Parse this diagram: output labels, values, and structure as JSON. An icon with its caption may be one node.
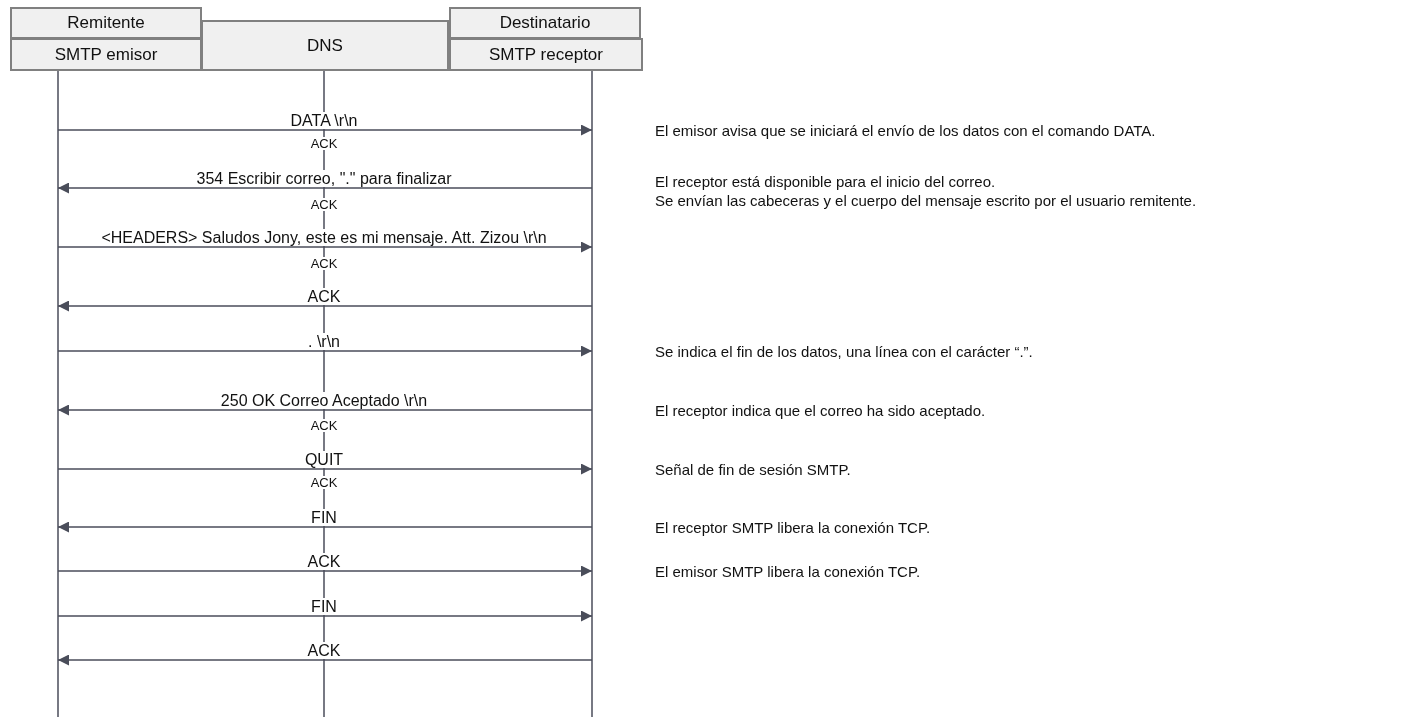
{
  "diagram": {
    "nodes": [
      {
        "text": [
          "Remitente"
        ]
      },
      {
        "text": [
          "SMTP emisor"
        ]
      },
      {
        "text": [
          "DNS"
        ]
      },
      {
        "text": [
          "Destinatario"
        ]
      },
      {
        "text": [
          "SMTP receptor"
        ]
      }
    ],
    "edges": [
      {
        "from": 1,
        "to": 4,
        "arrow": "to",
        "label": "DATA \\r\\n"
      },
      {
        "from": 4,
        "to": 1,
        "arrow": "to",
        "label": "354 Escribir correo, \".\" para finalizar"
      },
      {
        "from": 1,
        "to": 4,
        "arrow": "to",
        "label": "<HEADERS>  Saludos Jony, este es mi mensaje. Att. Zizou \\r\\n"
      },
      {
        "from": 4,
        "to": 1,
        "arrow": "to",
        "label": "ACK"
      },
      {
        "from": 1,
        "to": 4,
        "arrow": "to",
        "label": ". \\r\\n"
      },
      {
        "from": 4,
        "to": 1,
        "arrow": "to",
        "label": "250 OK Correo Aceptado \\r\\n"
      },
      {
        "from": 1,
        "to": 4,
        "arrow": "to",
        "label": "QUIT"
      },
      {
        "from": 4,
        "to": 1,
        "arrow": "to",
        "label": "FIN"
      },
      {
        "from": 1,
        "to": 4,
        "arrow": "to",
        "label": "ACK"
      },
      {
        "from": 1,
        "to": 4,
        "arrow": "to",
        "label": "FIN"
      },
      {
        "from": 4,
        "to": 1,
        "arrow": "to",
        "label": "ACK"
      }
    ],
    "labels": [
      "ACK",
      "El emisor avisa que se iniciará el envío de los datos con el comando DATA.",
      "ACK",
      "El receptor está disponible para el inicio del correo.",
      "Se envían las cabeceras y el cuerpo del mensaje escrito por el usuario remitente.",
      "ACK",
      "Se indica el fin de los datos, una línea con el carácter “.”.",
      "ACK",
      "El receptor indica que el correo ha sido aceptado.",
      "ACK",
      "Señal de fin de sesión SMTP.",
      "El receptor SMTP libera la conexión TCP.",
      "El emisor SMTP libera la conexión TCP."
    ]
  }
}
